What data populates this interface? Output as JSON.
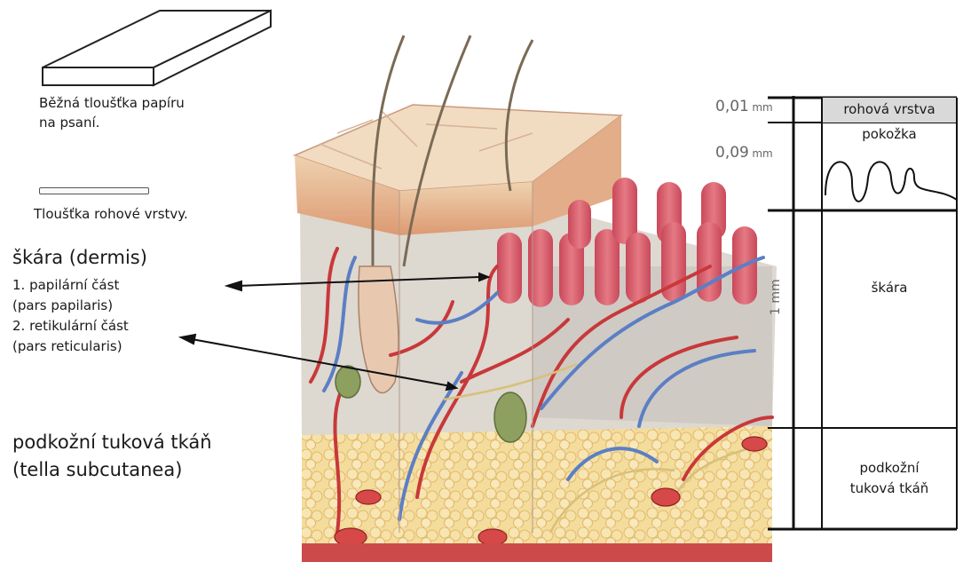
{
  "paper": {
    "caption_line1": "Běžná tloušťka papíru",
    "caption_line2": "na psaní."
  },
  "horny_layer": {
    "caption": "Tloušťka rohové vrstvy."
  },
  "dermis": {
    "heading": "škára (dermis)",
    "part1_line1": "1. papilární část",
    "part1_line2": "(pars papilaris)",
    "part2_line1": "2. retikulární část",
    "part2_line2": "(pars reticularis)"
  },
  "subcutis": {
    "line1": "podkožní tuková tkáň",
    "line2": "(tella subcutanea)"
  },
  "scale": {
    "measure_horny": "0,01",
    "measure_epidermis": "0,09",
    "measure_dermis": "1",
    "unit": "mm",
    "layer_horny": "rohová vrstva",
    "layer_epidermis": "pokožka",
    "layer_dermis": "škára",
    "layer_subcutis_line1": "podkožní",
    "layer_subcutis_line2": "tuková tkáň"
  },
  "colors": {
    "epidermis": "#e7b892",
    "papilla": "#d9596a",
    "artery": "#c8383a",
    "vein": "#5b7fc4",
    "fat": "#f1d68f",
    "dermis": "#dcd8d2",
    "horny_box": "#d9d9d9"
  }
}
